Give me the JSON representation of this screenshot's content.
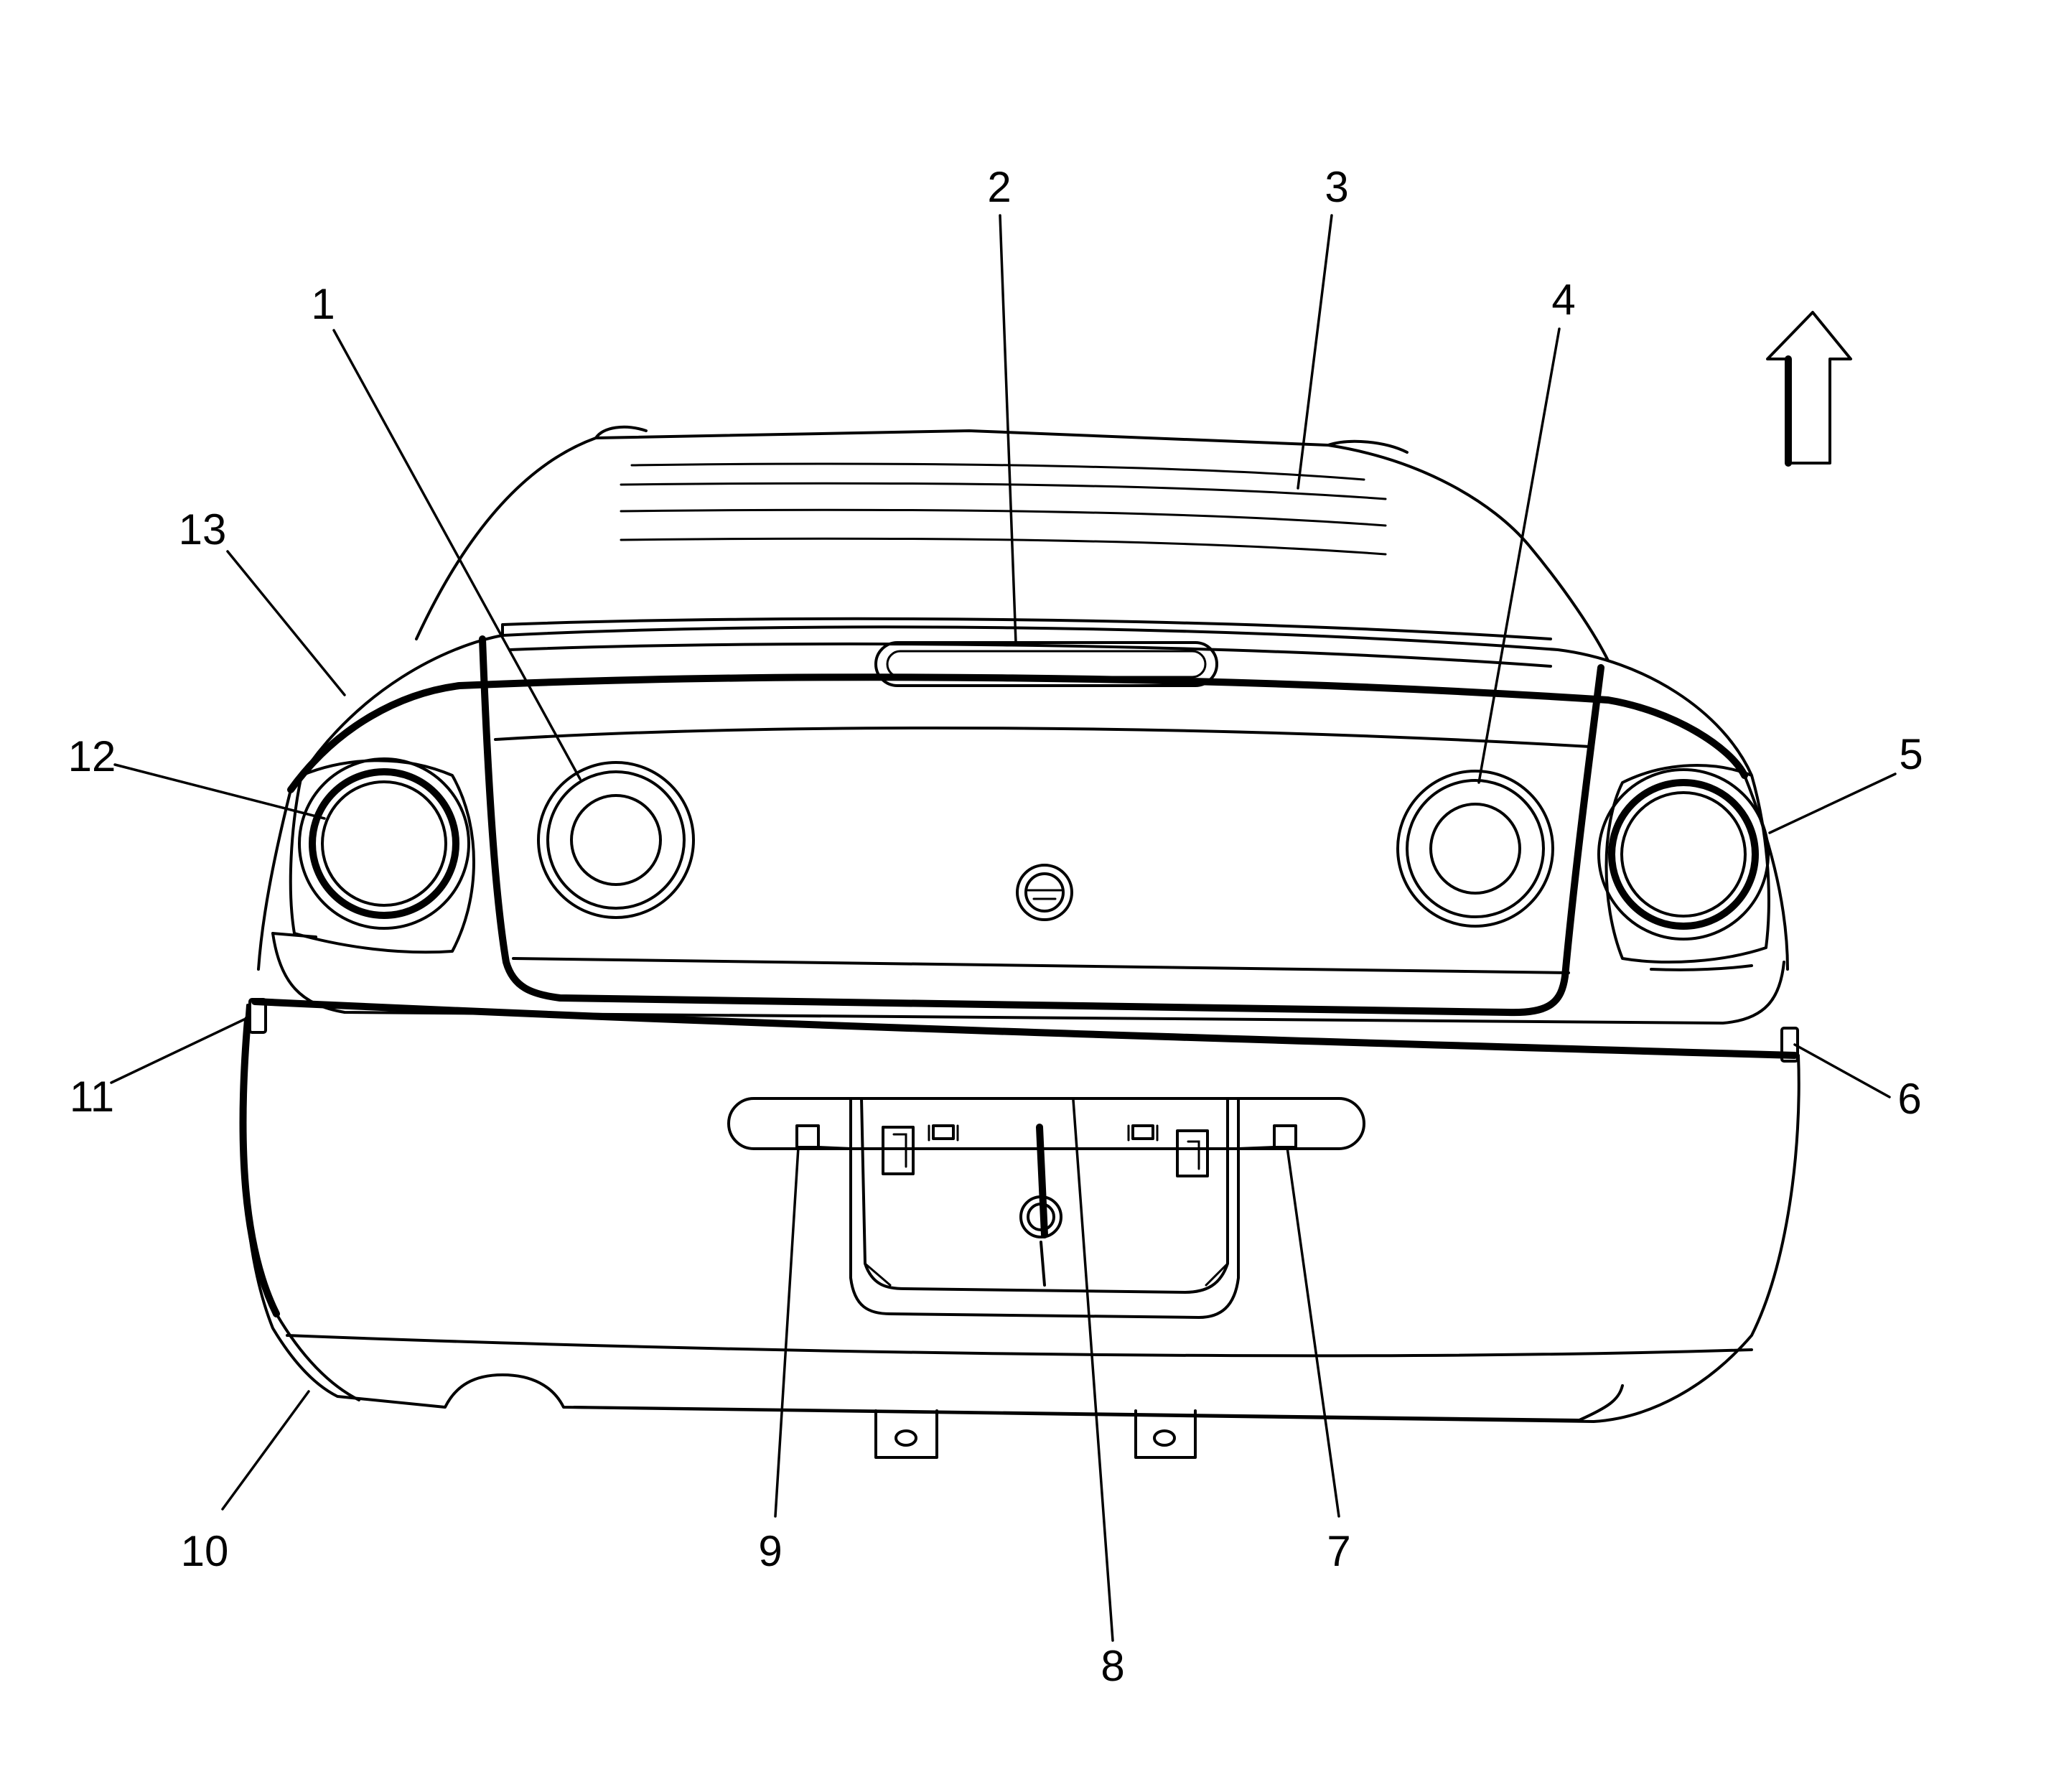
{
  "callouts": [
    {
      "id": "1",
      "label": "1"
    },
    {
      "id": "2",
      "label": "2"
    },
    {
      "id": "3",
      "label": "3"
    },
    {
      "id": "4",
      "label": "4"
    },
    {
      "id": "5",
      "label": "5"
    },
    {
      "id": "6",
      "label": "6"
    },
    {
      "id": "7",
      "label": "7"
    },
    {
      "id": "8",
      "label": "8"
    },
    {
      "id": "9",
      "label": "9"
    },
    {
      "id": "10",
      "label": "10"
    },
    {
      "id": "11",
      "label": "11"
    },
    {
      "id": "12",
      "label": "12"
    },
    {
      "id": "13",
      "label": "13"
    }
  ],
  "colors": {
    "line": "#000000",
    "background": "#ffffff"
  },
  "icons": {
    "direction": "up-arrow-icon"
  }
}
